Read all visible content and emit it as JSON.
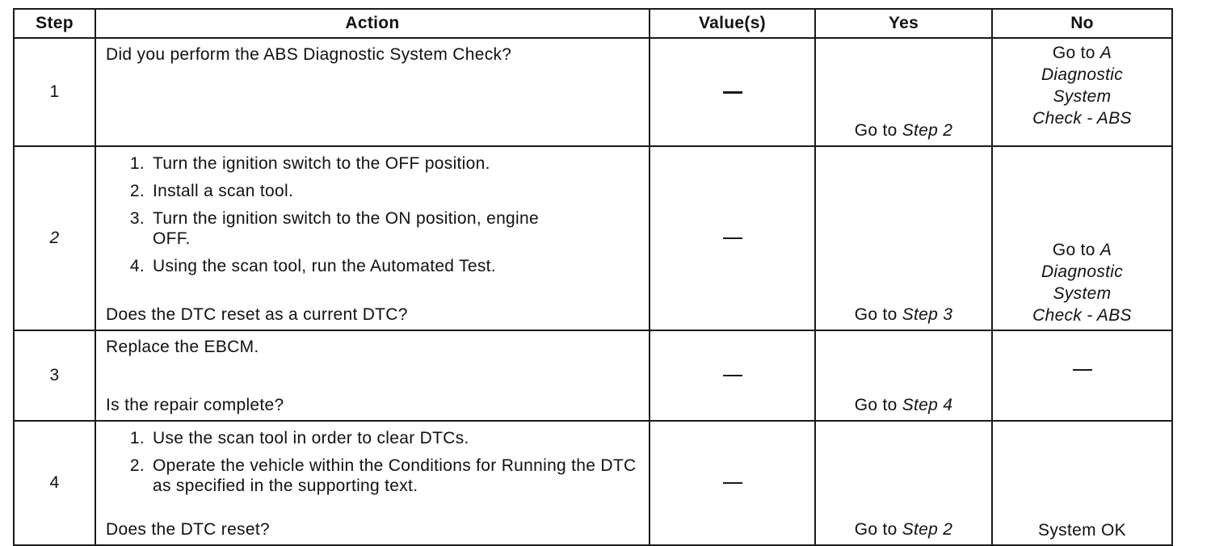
{
  "headers": {
    "step": "Step",
    "action": "Action",
    "values": "Value(s)",
    "yes": "Yes",
    "no": "No"
  },
  "rows": [
    {
      "step": "1",
      "action_text": "Did you perform the ABS Diagnostic System Check?",
      "value": "—",
      "yes_prefix": "Go to ",
      "yes_ref": "Step 2",
      "no_prefix": "Go to ",
      "no_ref_lines": [
        "A",
        "Diagnostic",
        "System",
        "Check - ABS"
      ]
    },
    {
      "step": "2",
      "action_steps": [
        {
          "num": "1.",
          "text": "Turn the ignition switch to the OFF position."
        },
        {
          "num": "2.",
          "text": "Install a scan tool."
        },
        {
          "num": "3.",
          "text": "Turn the ignition switch to the ON position, engine OFF."
        },
        {
          "num": "4.",
          "text": "Using the scan tool, run the Automated Test."
        }
      ],
      "question": "Does the DTC reset as a current DTC?",
      "value": "—",
      "yes_prefix": "Go to ",
      "yes_ref": "Step 3",
      "no_prefix": "Go to ",
      "no_ref_lines": [
        "A",
        "Diagnostic",
        "System",
        "Check - ABS"
      ]
    },
    {
      "step": "3",
      "action_text": "Replace the EBCM.",
      "question": "Is the repair complete?",
      "value": "—",
      "yes_prefix": "Go to ",
      "yes_ref": "Step 4",
      "no_value": "—"
    },
    {
      "step": "4",
      "action_steps": [
        {
          "num": "1.",
          "text": "Use the scan tool in order to clear DTCs."
        },
        {
          "num": "2.",
          "text": "Operate the vehicle within the Conditions for Running the DTC as specified in the supporting text."
        }
      ],
      "question": "Does the DTC reset?",
      "value": "—",
      "yes_prefix": "Go to ",
      "yes_ref": "Step 2",
      "no_text": "System OK"
    }
  ]
}
